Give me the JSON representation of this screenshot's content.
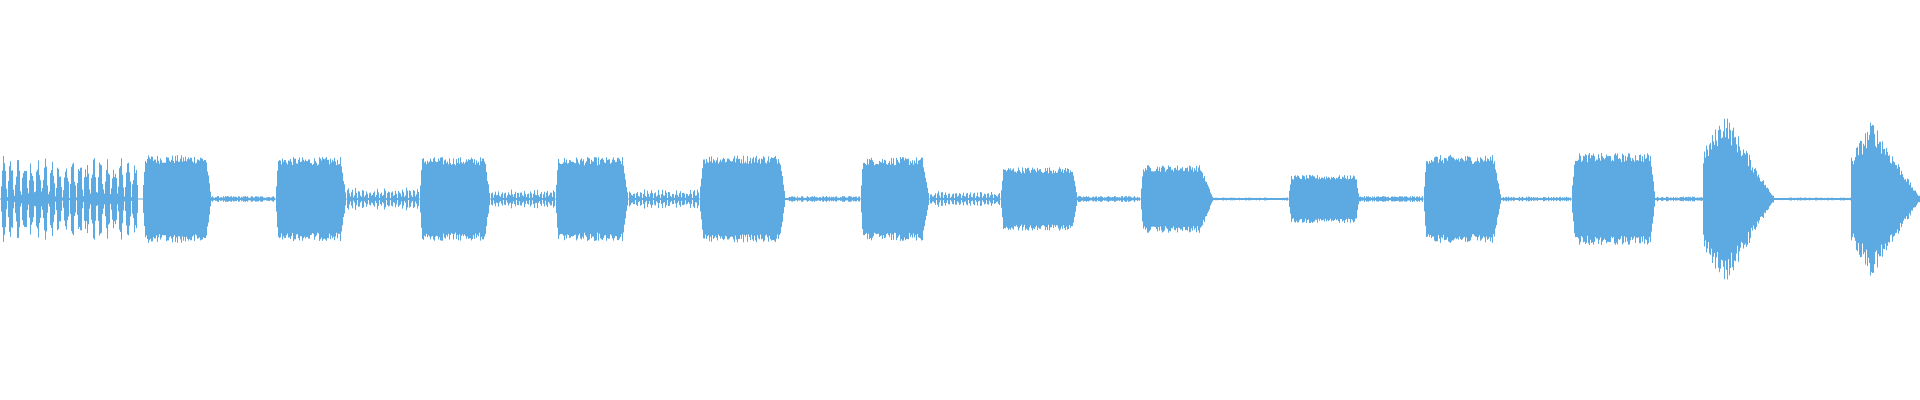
{
  "waveform": {
    "color": "#5DA9E1",
    "background": "#ffffff",
    "segments": [
      {
        "type": "chirps",
        "start": 0.0,
        "end": 0.072,
        "peak": 0.22
      },
      {
        "type": "silence",
        "start": 0.072,
        "end": 0.074
      },
      {
        "type": "chirps",
        "start": 0.074,
        "end": 0.075,
        "peak": 0.06
      },
      {
        "type": "burst",
        "start": 0.074,
        "end": 0.11,
        "peak": 0.22,
        "decay": 0.08
      },
      {
        "type": "line",
        "start": 0.11,
        "end": 0.143,
        "peak": 0.01
      },
      {
        "type": "burst",
        "start": 0.143,
        "end": 0.18,
        "peak": 0.21,
        "decay": 0.08
      },
      {
        "type": "chirps",
        "start": 0.18,
        "end": 0.218,
        "peak": 0.06
      },
      {
        "type": "burst",
        "start": 0.218,
        "end": 0.255,
        "peak": 0.21,
        "decay": 0.08
      },
      {
        "type": "chirps",
        "start": 0.255,
        "end": 0.289,
        "peak": 0.05
      },
      {
        "type": "burst",
        "start": 0.289,
        "end": 0.327,
        "peak": 0.21,
        "decay": 0.08
      },
      {
        "type": "chirps",
        "start": 0.327,
        "end": 0.364,
        "peak": 0.05
      },
      {
        "type": "burst",
        "start": 0.364,
        "end": 0.409,
        "peak": 0.22,
        "decay": 0.06
      },
      {
        "type": "line",
        "start": 0.409,
        "end": 0.448,
        "peak": 0.01
      },
      {
        "type": "burst",
        "start": 0.448,
        "end": 0.484,
        "peak": 0.21,
        "decay": 0.1
      },
      {
        "type": "chirps",
        "start": 0.484,
        "end": 0.521,
        "peak": 0.04
      },
      {
        "type": "burst",
        "start": 0.521,
        "end": 0.561,
        "peak": 0.16,
        "decay": 0.06
      },
      {
        "type": "line",
        "start": 0.561,
        "end": 0.594,
        "peak": 0.01
      },
      {
        "type": "burst",
        "start": 0.594,
        "end": 0.632,
        "peak": 0.17,
        "decay": 0.18
      },
      {
        "type": "line",
        "start": 0.632,
        "end": 0.671,
        "peak": 0.005
      },
      {
        "type": "burst",
        "start": 0.671,
        "end": 0.708,
        "peak": 0.12,
        "decay": 0.05
      },
      {
        "type": "line",
        "start": 0.708,
        "end": 0.741,
        "peak": 0.01
      },
      {
        "type": "burst",
        "start": 0.741,
        "end": 0.782,
        "peak": 0.22,
        "decay": 0.1
      },
      {
        "type": "line",
        "start": 0.782,
        "end": 0.818,
        "peak": 0.008
      },
      {
        "type": "burst",
        "start": 0.818,
        "end": 0.862,
        "peak": 0.23,
        "decay": 0.06
      },
      {
        "type": "line",
        "start": 0.862,
        "end": 0.887,
        "peak": 0.008
      },
      {
        "type": "swell",
        "start": 0.887,
        "end": 0.924,
        "peak": 0.44,
        "decay": 0.2
      },
      {
        "type": "line",
        "start": 0.924,
        "end": 0.964,
        "peak": 0.005
      },
      {
        "type": "swell",
        "start": 0.964,
        "end": 1.0,
        "peak": 0.4,
        "decay": 0.05
      }
    ]
  }
}
